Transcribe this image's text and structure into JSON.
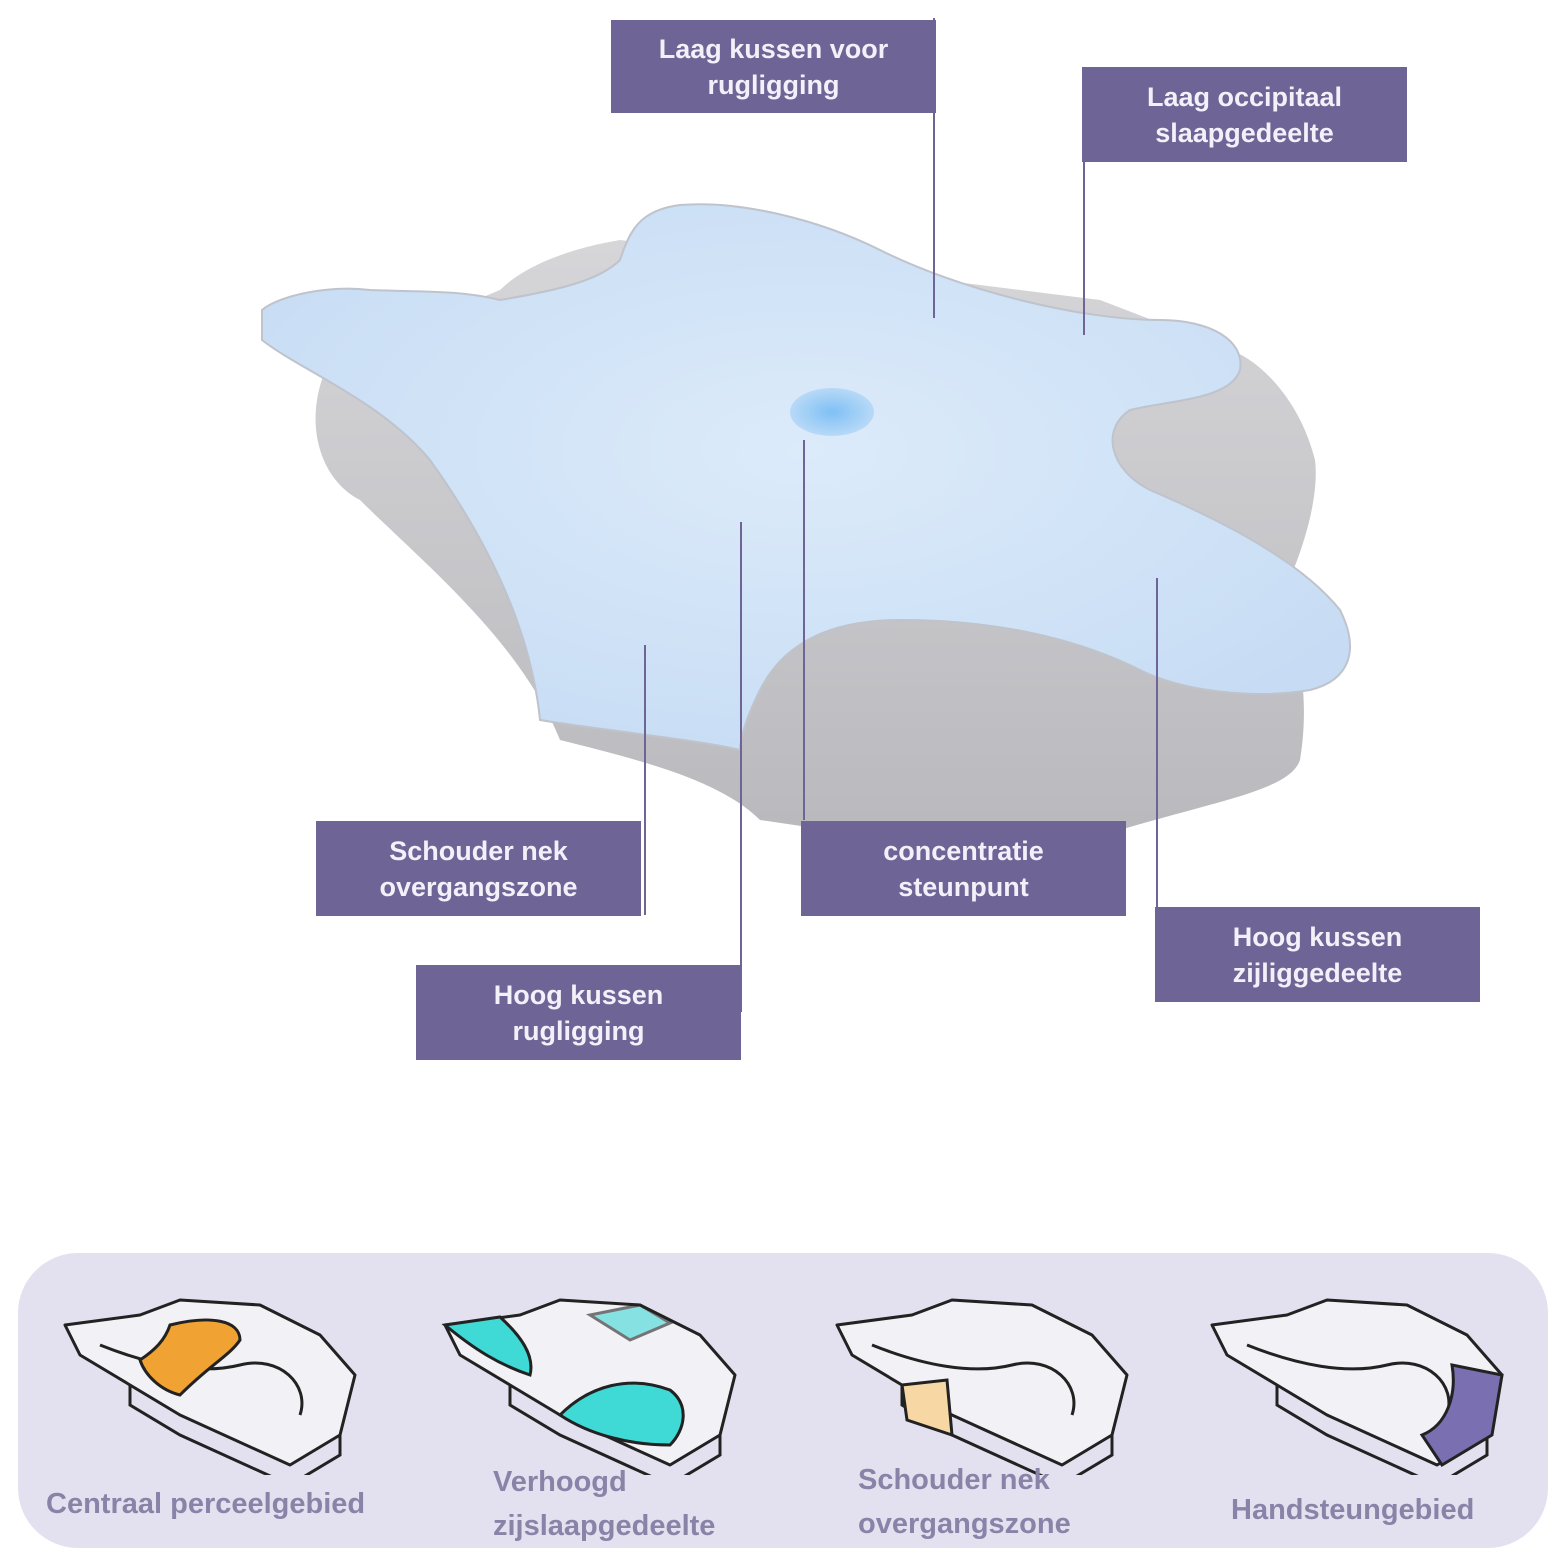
{
  "callouts": {
    "laag_rug": [
      "Laag kussen voor",
      "rugligging"
    ],
    "laag_occipitaal": [
      "Laag occipitaal",
      "slaapgedeelte"
    ],
    "schouder": [
      "Schouder nek",
      "overgangszone"
    ],
    "concentratie": [
      "concentratie",
      "steunpunt"
    ],
    "hoog_zij": [
      "Hoog kussen",
      "zijliggedeelte"
    ],
    "hoog_rug": [
      "Hoog kussen",
      "rugligging"
    ]
  },
  "zones": [
    {
      "caption": [
        "Centraal perceelgebied"
      ],
      "highlight": "#f0a232"
    },
    {
      "caption": [
        "Verhoogd",
        "zijslaapgedeelte"
      ],
      "highlight": "#3fd9d6"
    },
    {
      "caption": [
        "Schouder nek",
        "overgangszone"
      ],
      "highlight": "#f7d8a4"
    },
    {
      "caption": [
        "Handsteungebied"
      ],
      "highlight": "#7a6fb0"
    }
  ],
  "colors": {
    "label_bg": "#6e6496",
    "panel_bg": "#e3e1ef",
    "pillow_top": "#d4e6f8",
    "pillow_side": "#c9c9cc"
  }
}
